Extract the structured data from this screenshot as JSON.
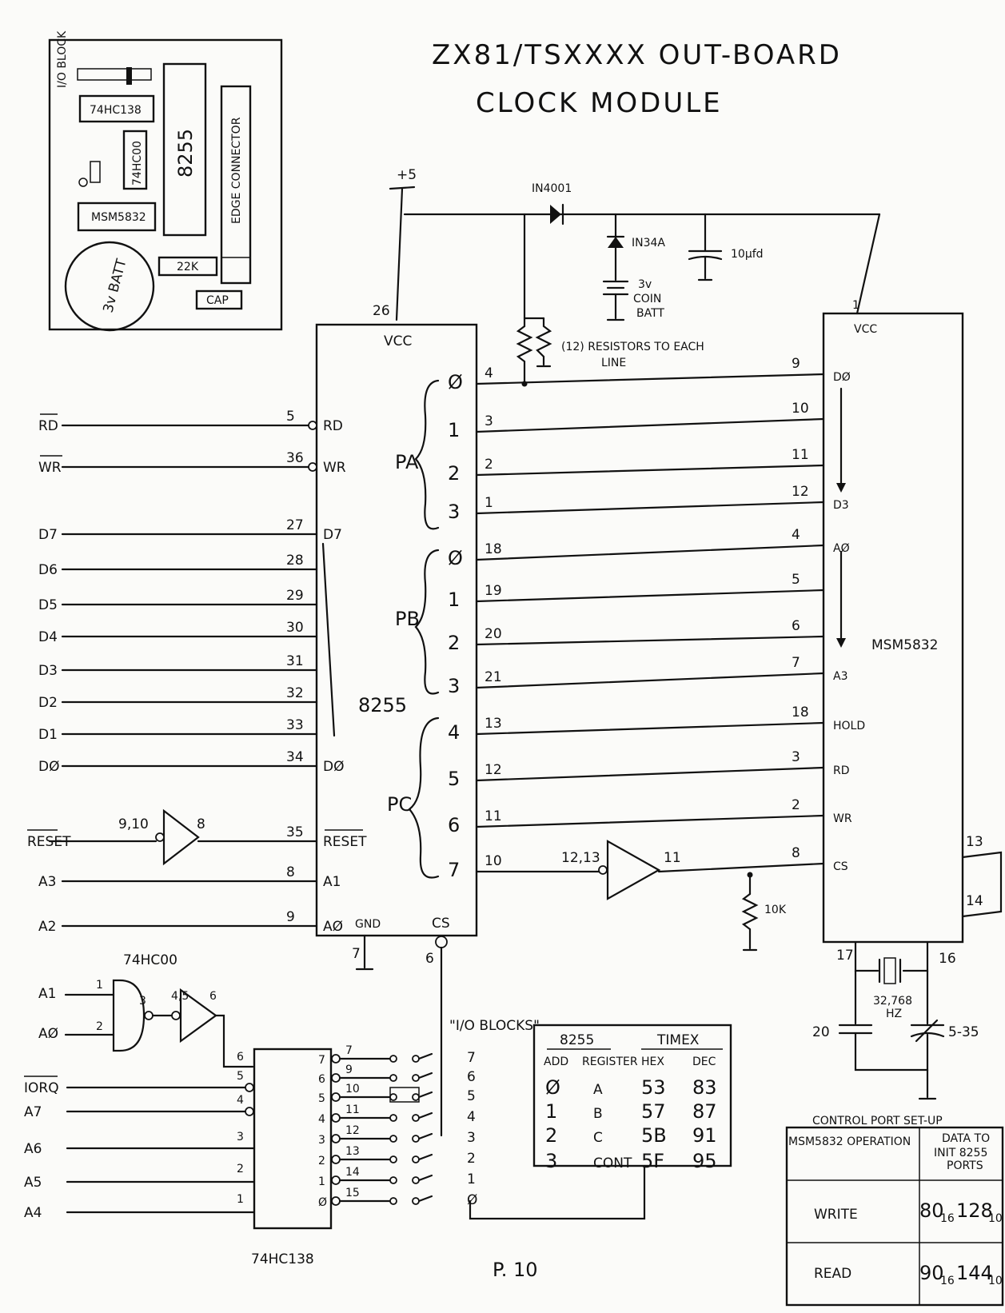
{
  "title": {
    "line1": "ZX81/TSXXXX  OUT-BOARD",
    "line2": "CLOCK   MODULE"
  },
  "page_label": "P. 10",
  "layout_sketch": {
    "io_block_label": "I/O BLOCK",
    "ic_74hc138": "74HC138",
    "ic_74hc00": "74HC00",
    "ic_8255": "8255",
    "edge_connector": "EDGE CONNECTOR",
    "ic_msm5832": "MSM5832",
    "battery": "3v BATT",
    "resistor": "22K",
    "capacitor": "CAP"
  },
  "power": {
    "supply": "+5",
    "diode": "IN4001",
    "diode2": "IN34A",
    "battery": [
      "3v",
      "COIN",
      "BATT"
    ],
    "cap": "10µfd",
    "resistor_note": [
      "(12) RESISTORS  TO  EACH",
      "LINE"
    ]
  },
  "chip_8255": {
    "name": "8255",
    "vcc": "VCC",
    "vcc_pin": "26",
    "gnd": "GND",
    "gnd_pin": "7",
    "cs": "CS",
    "cs_pin": "6",
    "left_pins": [
      {
        "signal": "RD",
        "pin": "5",
        "label": "RD"
      },
      {
        "signal": "WR",
        "pin": "36",
        "label": "WR"
      },
      {
        "signal": "D7",
        "pin": "27",
        "label": "D7"
      },
      {
        "signal": "D6",
        "pin": "28",
        "label": ""
      },
      {
        "signal": "D5",
        "pin": "29",
        "label": ""
      },
      {
        "signal": "D4",
        "pin": "30",
        "label": ""
      },
      {
        "signal": "D3",
        "pin": "31",
        "label": ""
      },
      {
        "signal": "D2",
        "pin": "32",
        "label": ""
      },
      {
        "signal": "D1",
        "pin": "33",
        "label": ""
      },
      {
        "signal": "DØ",
        "pin": "34",
        "label": "DØ"
      },
      {
        "signal": "RESET",
        "pin": "35",
        "label": "RESET",
        "inv_pins": "9,10",
        "inv_out": "8"
      },
      {
        "signal": "A3",
        "pin": "8",
        "label": "A1"
      },
      {
        "signal": "A2",
        "pin": "9",
        "label": "AØ"
      }
    ],
    "ports": [
      "PA",
      "PB",
      "PC"
    ],
    "port_bits": [
      "Ø",
      "1",
      "2",
      "3",
      "Ø",
      "1",
      "2",
      "3",
      "4",
      "5",
      "6",
      "7"
    ],
    "port_pins": [
      "4",
      "3",
      "2",
      "1",
      "18",
      "19",
      "20",
      "21",
      "13",
      "12",
      "11",
      "10"
    ]
  },
  "chip_msm5832": {
    "name": "MSM5832",
    "vcc": "VCC",
    "vcc_pin": "1",
    "pins": [
      {
        "pin": "9",
        "label": "DØ"
      },
      {
        "pin": "10",
        "label": ""
      },
      {
        "pin": "11",
        "label": ""
      },
      {
        "pin": "12",
        "label": "D3"
      },
      {
        "pin": "4",
        "label": "AØ"
      },
      {
        "pin": "5",
        "label": ""
      },
      {
        "pin": "6",
        "label": ""
      },
      {
        "pin": "7",
        "label": "A3"
      },
      {
        "pin": "18",
        "label": "HOLD"
      },
      {
        "pin": "3",
        "label": "RD"
      },
      {
        "pin": "2",
        "label": "WR"
      },
      {
        "pin": "8",
        "label": "CS"
      }
    ],
    "right_pins": [
      "13",
      "14"
    ],
    "xtal_pins": [
      "17",
      "16"
    ],
    "crystal": [
      "32,768",
      "HZ"
    ],
    "cap_left": "20",
    "cap_trim": "5-35"
  },
  "cs_inverter": {
    "in_pins": "12,13",
    "out_pin": "11",
    "pulldown": "10K"
  },
  "gate_74hc00": {
    "name": "74HC00",
    "inputs": [
      "A1",
      "AØ"
    ],
    "pins": [
      "1",
      "2",
      "3",
      "4,5",
      "6"
    ]
  },
  "decoder_74hc138": {
    "name": "74HC138",
    "input_pins": [
      "6",
      "5",
      "4",
      "3",
      "2",
      "1"
    ],
    "inputs": [
      "IORQ",
      "A7",
      "A6",
      "A5",
      "A4"
    ],
    "outputs": [
      "7",
      "6",
      "5",
      "4",
      "3",
      "2",
      "1",
      "Ø"
    ],
    "output_pins": [
      "7",
      "9",
      "10",
      "11",
      "12",
      "13",
      "14",
      "15"
    ]
  },
  "io_blocks": {
    "label": "\"I/O  BLOCKS\"",
    "numbers": [
      "7",
      "6",
      "5",
      "4",
      "3",
      "2",
      "1",
      "Ø"
    ]
  },
  "port_table": {
    "head_8255": "8255",
    "head_timex": "TIMEX",
    "columns": [
      "ADD",
      "REGISTER",
      "HEX",
      "DEC"
    ],
    "rows": [
      [
        "Ø",
        "A",
        "53",
        "83"
      ],
      [
        "1",
        "B",
        "57",
        "87"
      ],
      [
        "2",
        "C",
        "5B",
        "91"
      ],
      [
        "3",
        "CONT",
        "5F",
        "95"
      ]
    ]
  },
  "control_table": {
    "title": "CONTROL  PORT  SET-UP",
    "col1": "MSM5832 OPERATION",
    "col2": [
      "DATA TO",
      "INIT 8255",
      "PORTS"
    ],
    "rows": [
      {
        "op": "WRITE",
        "hex": "80",
        "hexsub": "16",
        "dec": "128",
        "decsub": "10"
      },
      {
        "op": "READ",
        "hex": "90",
        "hexsub": "16",
        "dec": "144",
        "decsub": "10"
      }
    ]
  }
}
